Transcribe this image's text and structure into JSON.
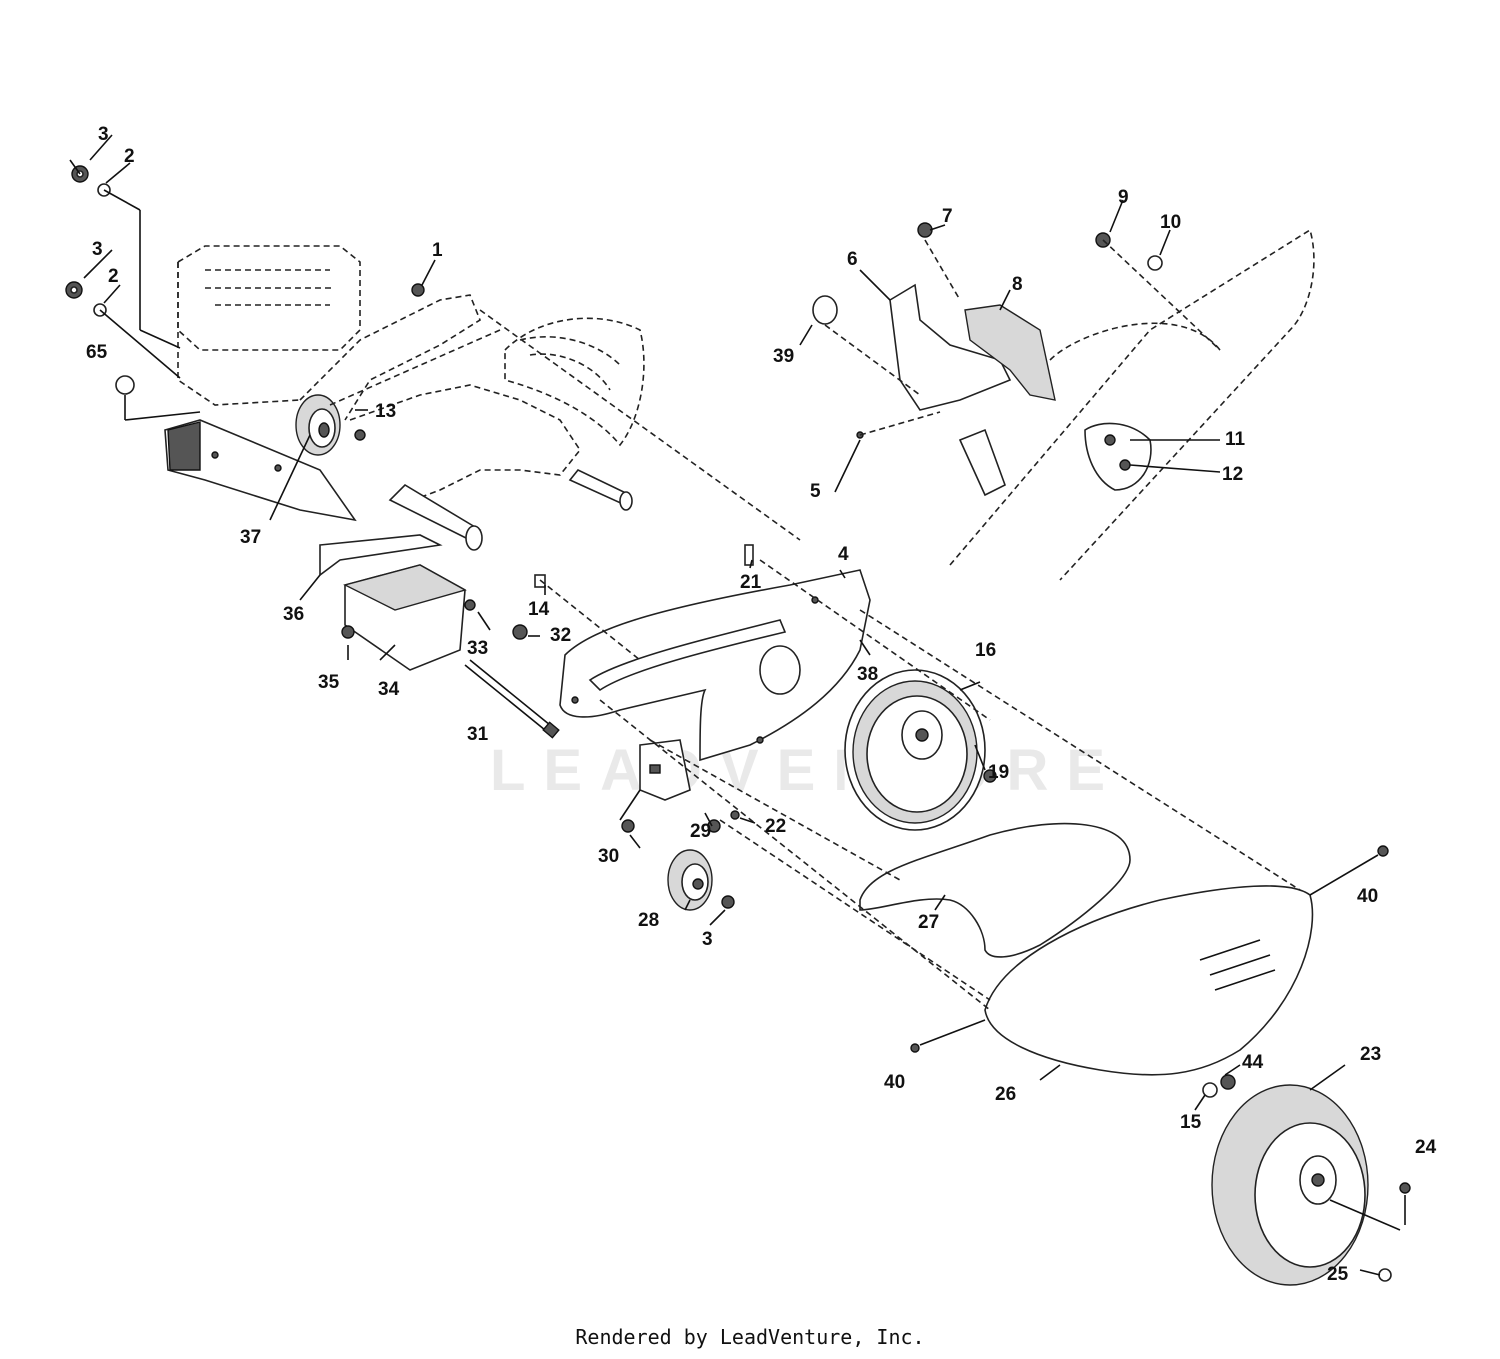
{
  "watermark": "LEADVENTURE",
  "credit": "Rendered by LeadVenture, Inc.",
  "labels": [
    {
      "id": "1",
      "text": "1"
    },
    {
      "id": "2a",
      "text": "2"
    },
    {
      "id": "2b",
      "text": "2"
    },
    {
      "id": "3a",
      "text": "3"
    },
    {
      "id": "3b",
      "text": "3"
    },
    {
      "id": "3c",
      "text": "3"
    },
    {
      "id": "4",
      "text": "4"
    },
    {
      "id": "5",
      "text": "5"
    },
    {
      "id": "6",
      "text": "6"
    },
    {
      "id": "7",
      "text": "7"
    },
    {
      "id": "8",
      "text": "8"
    },
    {
      "id": "9",
      "text": "9"
    },
    {
      "id": "10",
      "text": "10"
    },
    {
      "id": "11",
      "text": "11"
    },
    {
      "id": "12",
      "text": "12"
    },
    {
      "id": "13",
      "text": "13"
    },
    {
      "id": "14",
      "text": "14"
    },
    {
      "id": "15",
      "text": "15"
    },
    {
      "id": "16",
      "text": "16"
    },
    {
      "id": "19",
      "text": "19"
    },
    {
      "id": "21",
      "text": "21"
    },
    {
      "id": "22",
      "text": "22"
    },
    {
      "id": "23",
      "text": "23"
    },
    {
      "id": "24",
      "text": "24"
    },
    {
      "id": "25",
      "text": "25"
    },
    {
      "id": "26",
      "text": "26"
    },
    {
      "id": "27",
      "text": "27"
    },
    {
      "id": "28",
      "text": "28"
    },
    {
      "id": "29",
      "text": "29"
    },
    {
      "id": "30",
      "text": "30"
    },
    {
      "id": "31",
      "text": "31"
    },
    {
      "id": "32",
      "text": "32"
    },
    {
      "id": "33",
      "text": "33"
    },
    {
      "id": "34",
      "text": "34"
    },
    {
      "id": "35",
      "text": "35"
    },
    {
      "id": "36",
      "text": "36"
    },
    {
      "id": "37",
      "text": "37"
    },
    {
      "id": "38",
      "text": "38"
    },
    {
      "id": "39",
      "text": "39"
    },
    {
      "id": "40a",
      "text": "40"
    },
    {
      "id": "40b",
      "text": "40"
    },
    {
      "id": "44",
      "text": "44"
    },
    {
      "id": "65",
      "text": "65"
    }
  ]
}
